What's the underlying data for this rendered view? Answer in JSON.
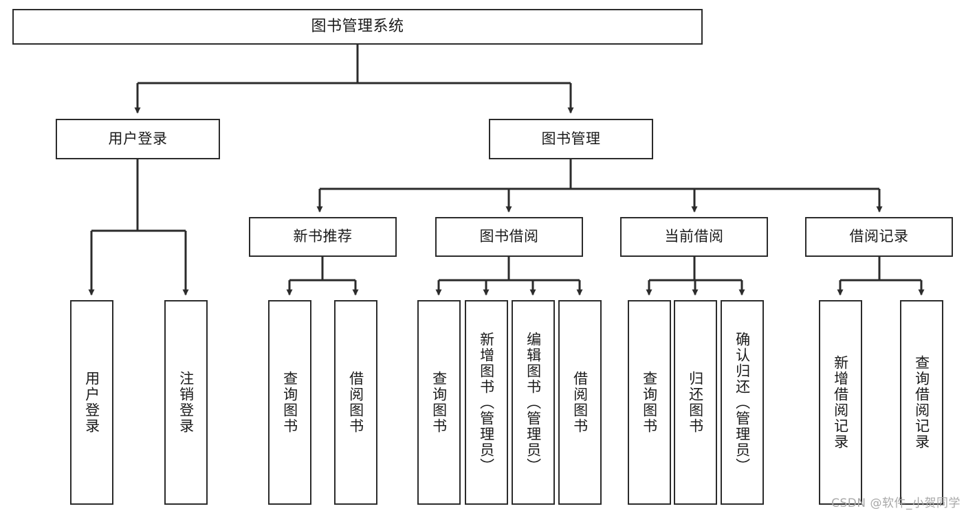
{
  "diagram": {
    "type": "tree-hierarchy",
    "title": "图书管理系统",
    "watermark": "CSDN @软件_小贺同学",
    "colors": {
      "stroke": "#2b2b2b",
      "background": "#ffffff",
      "text": "#1a1a1a",
      "watermark": "#a8a8a8"
    },
    "nodes": {
      "root": {
        "label": "图书管理系统"
      },
      "level2": [
        {
          "id": "user-login",
          "label": "用户登录"
        },
        {
          "id": "book-manage",
          "label": "图书管理"
        }
      ],
      "level3": [
        {
          "id": "new-book-rec",
          "label": "新书推荐"
        },
        {
          "id": "book-borrow",
          "label": "图书借阅"
        },
        {
          "id": "current-borrow",
          "label": "当前借阅"
        },
        {
          "id": "borrow-record",
          "label": "借阅记录"
        }
      ],
      "leaves": {
        "user_login": [
          {
            "id": "leaf-user-login",
            "label": "用户登录"
          },
          {
            "id": "leaf-logout",
            "label": "注销登录"
          }
        ],
        "new_book_rec": [
          {
            "id": "leaf-query-book-1",
            "label": "查询图书"
          },
          {
            "id": "leaf-borrow-book-1",
            "label": "借阅图书"
          }
        ],
        "book_borrow": [
          {
            "id": "leaf-query-book-2",
            "label": "查询图书"
          },
          {
            "id": "leaf-add-book",
            "label": "新增图书（管理员）"
          },
          {
            "id": "leaf-edit-book",
            "label": "编辑图书（管理员）"
          },
          {
            "id": "leaf-borrow-book-2",
            "label": "借阅图书"
          }
        ],
        "current_borrow": [
          {
            "id": "leaf-query-book-3",
            "label": "查询图书"
          },
          {
            "id": "leaf-return-book",
            "label": "归还图书"
          },
          {
            "id": "leaf-confirm-return",
            "label": "确认归还（管理员）"
          }
        ],
        "borrow_record": [
          {
            "id": "leaf-add-record",
            "label": "新增借阅记录"
          },
          {
            "id": "leaf-query-record",
            "label": "查询借阅记录"
          }
        ]
      }
    }
  }
}
